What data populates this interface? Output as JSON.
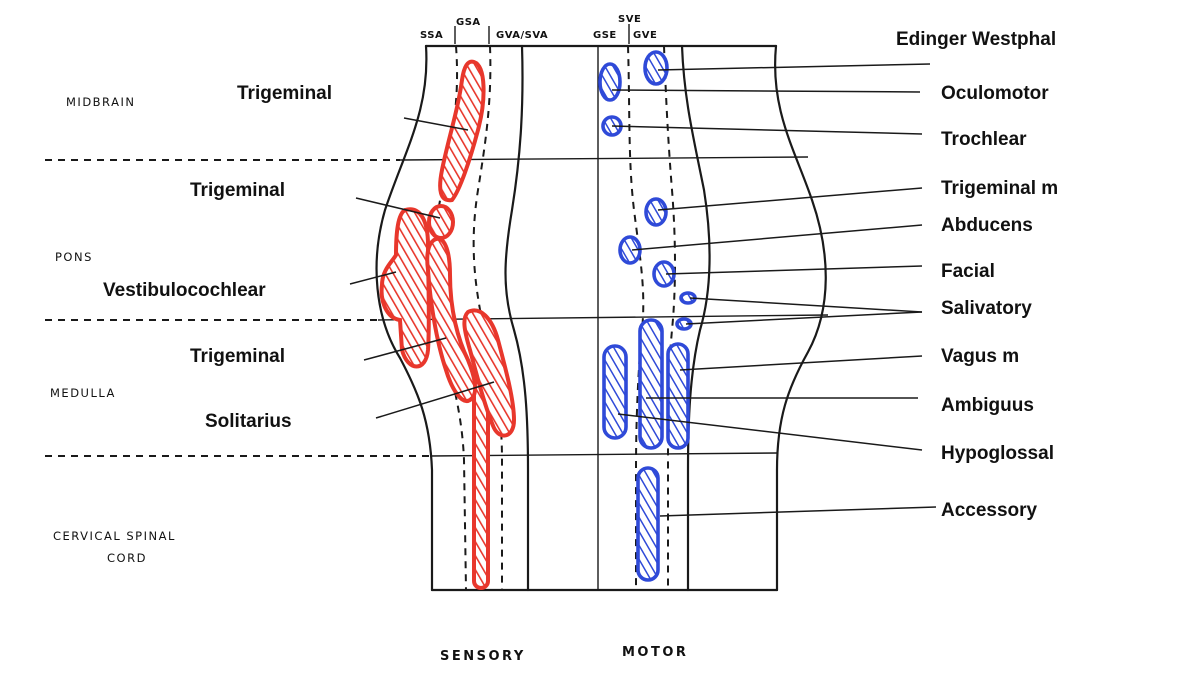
{
  "colors": {
    "sensory": "#e8372c",
    "motor": "#2f4ad8",
    "ink": "#1a1a1a"
  },
  "column_headers": {
    "ssa": "SSA",
    "gsa": "GSA",
    "gva_sva": "GVA/SVA",
    "gse": "GSE",
    "sve": "SVE",
    "gve": "GVE"
  },
  "regions": {
    "midbrain": "MIDBRAIN",
    "pons": "PONS",
    "medulla": "MEDULLA",
    "spinal_line1": "CERVICAL SPINAL",
    "spinal_line2": "CORD"
  },
  "sensory_labels": {
    "trigeminal_midbrain": "Trigeminal",
    "trigeminal_pons": "Trigeminal",
    "vestibulocochlear": "Vestibulocochlear",
    "trigeminal_medulla": "Trigeminal",
    "solitarius": "Solitarius"
  },
  "motor_labels": {
    "edinger_westphal": "Edinger Westphal",
    "oculomotor": "Oculomotor",
    "trochlear": "Trochlear",
    "trigeminal_m": "Trigeminal m",
    "abducens": "Abducens",
    "facial": "Facial",
    "salivatory": "Salivatory",
    "vagus_m": "Vagus m",
    "ambiguus": "Ambiguus",
    "hypoglossal": "Hypoglossal",
    "accessory": "Accessory"
  },
  "footer": {
    "sensory": "SENSORY",
    "motor": "MOTOR"
  }
}
